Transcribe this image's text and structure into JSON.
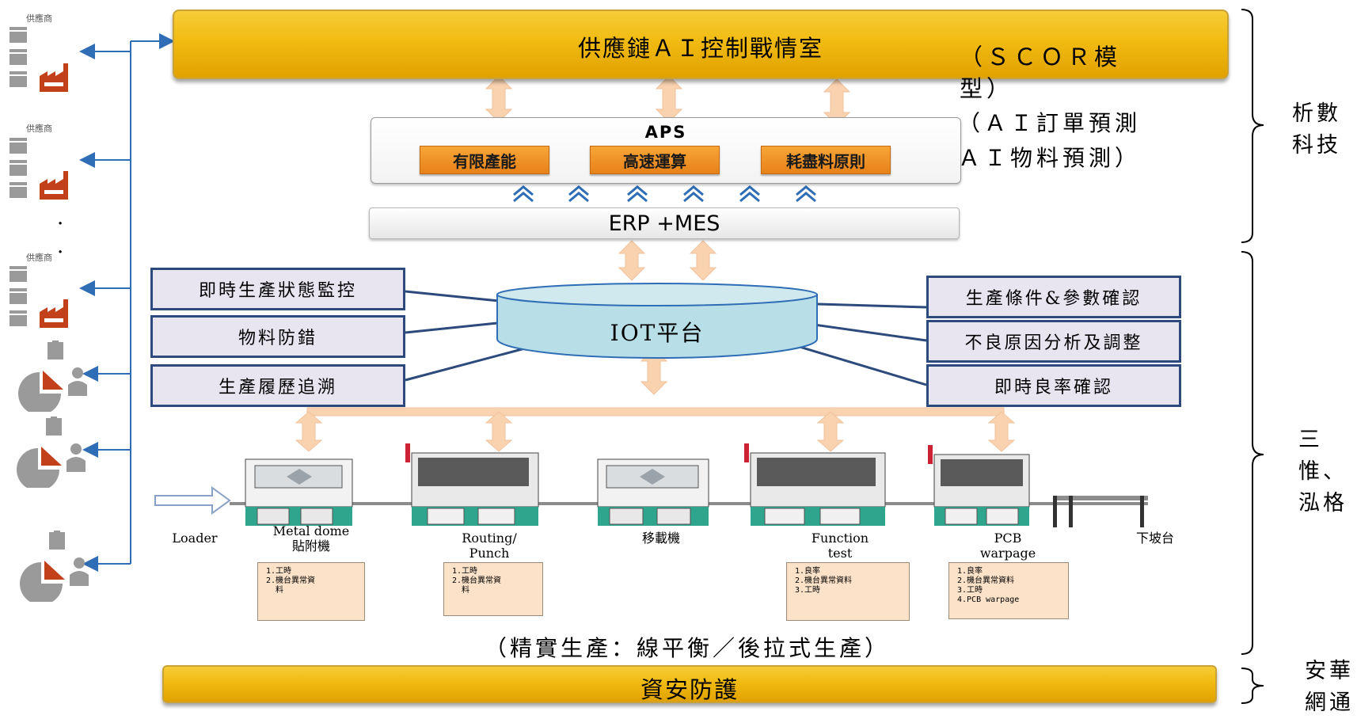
{
  "top_bar": {
    "title": "供應鏈ＡＩ控制戰情室"
  },
  "scor_note": "（ＳＣＯＲ模型）",
  "ai_note": "（ＡＩ訂單預測ＡＩ物料預測）",
  "aps": {
    "title": "APS",
    "items": [
      "有限產能",
      "高速運算",
      "耗盡料原則"
    ]
  },
  "erp_mes": "ERP +MES",
  "iot": "IOT平台",
  "left_boxes": [
    "即時生產狀態監控",
    "物料防錯",
    "生產履歷追溯"
  ],
  "right_boxes": [
    "生產條件&參數確認",
    "不良原因分析及調整",
    "即時良率確認"
  ],
  "machines": [
    "Loader",
    "Metal dome\n貼附機",
    "Routing/\nPunch",
    "移載機",
    "Function\ntest",
    "PCB\nwarpage",
    "下坡台"
  ],
  "notes": [
    "1.工時\n2.機台異常資\n  料",
    "1.工時\n2.機台異常資\n  料",
    "1.良率\n2.機台異常資料\n3.工時",
    "1.良率\n2.機台異常資料\n3.工時\n4.PCB warpage"
  ],
  "lean_note": "（精實生產：線平衡／後拉式生產）",
  "bottom_bar": {
    "title": "資安防護"
  },
  "supplier_label": "供應商",
  "dots": [
    "·",
    "·"
  ],
  "right_labels": {
    "analytics": [
      "析數",
      "科技"
    ],
    "middle": [
      "三",
      "惟、",
      "泓格"
    ],
    "bottom": [
      "安華",
      "網通"
    ]
  },
  "colors": {
    "gold": "#f1bb12",
    "aps_orange": "#ef9628",
    "arrow_peach": "#f9d2b0",
    "navy": "#2c4a7c",
    "blue": "#2f6db5",
    "factory_red": "#c2411b"
  }
}
